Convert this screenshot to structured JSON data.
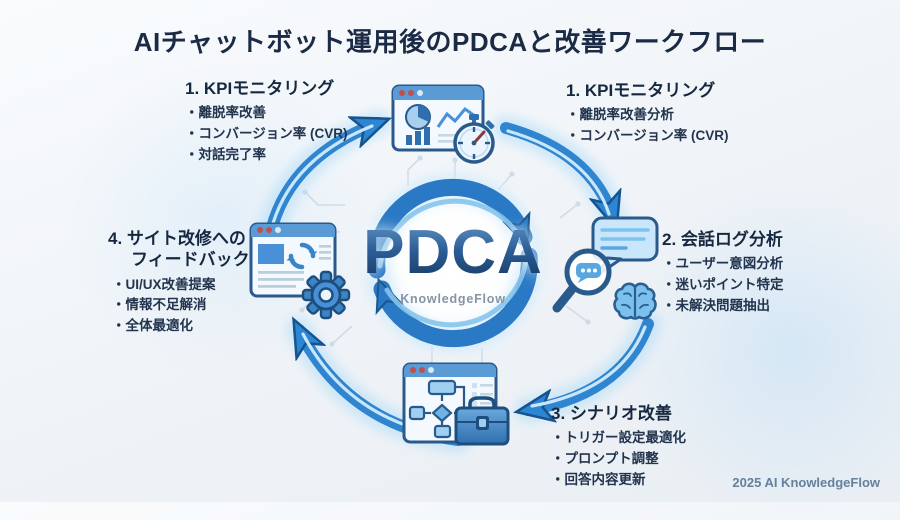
{
  "title": "AIチャットボット運用後のPDCAと改善ワークフロー",
  "center": {
    "logo": "PDCA",
    "brand": "KnowledgeFlow"
  },
  "footer": {
    "credit": "2025 AI KnowledgeFlow"
  },
  "steps": {
    "kpi_monitoring_left": {
      "heading": "1. KPIモニタリング",
      "items": [
        "・離脱率改善",
        "・コンバージョン率 (CVR)",
        "・対話完了率"
      ]
    },
    "kpi_monitoring_right": {
      "heading": "1. KPIモニタリング",
      "items": [
        "・離脱率改善分析",
        "・コンバージョン率 (CVR)"
      ]
    },
    "conversation_log": {
      "heading": "2. 会話ログ分析",
      "items": [
        "・ユーザー意図分析",
        "・迷いポイント特定",
        "・未解決問題抽出"
      ]
    },
    "scenario_improvement": {
      "heading": "3. シナリオ改善",
      "items": [
        "・トリガー設定最適化",
        "・プロンプト調整",
        "・回答内容更新"
      ]
    },
    "site_feedback": {
      "heading_line1": "4. サイト改修への",
      "heading_line2": "フィードバック",
      "items": [
        "・UI/UX改善提案",
        "・情報不足解消",
        "・全体最適化"
      ]
    }
  },
  "icons": {
    "top": "analytics-dashboard-stopwatch-icon",
    "right": "magnifier-chat-brain-icon",
    "bottom": "flowchart-briefcase-icon",
    "left": "webpage-refresh-gear-icon",
    "center": "pdca-cycle-arrows-icon"
  },
  "colors": {
    "accent_blue": "#2f85d0",
    "dark_navy": "#1b2a45",
    "arrow_glow": "#a7d9f8",
    "window_stroke": "#2a5a8c"
  }
}
